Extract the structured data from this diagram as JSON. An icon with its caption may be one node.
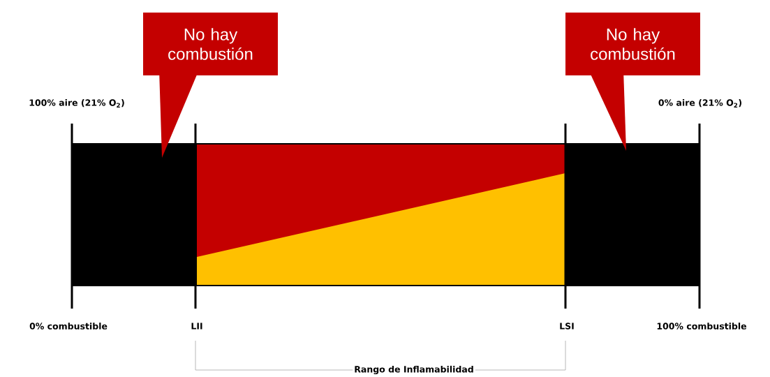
{
  "diagram": {
    "nodes": [
      {
        "text": [
          "No hay combustión"
        ]
      },
      {
        "text": [
          "No hay combustión"
        ]
      }
    ],
    "labels": [
      "100% aire (21% O$_{2}$)",
      "0% aire (21% O$_{2}$)",
      "0% combustible",
      "LII",
      "LSI",
      "100% combustible",
      "Rango de Inflamabilidad"
    ]
  }
}
